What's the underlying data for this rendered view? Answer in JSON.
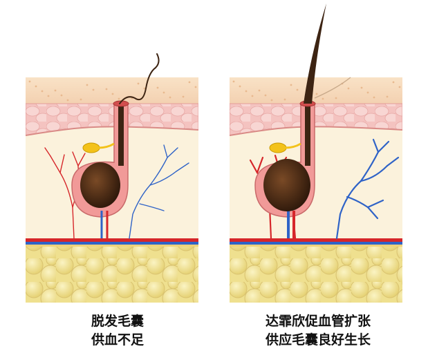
{
  "diagram": {
    "left_panel": {
      "caption_line1": "脱发毛囊",
      "caption_line2": "供血不足"
    },
    "right_panel": {
      "caption_line1": "达霏欣促血管扩张",
      "caption_line2": "供应毛囊良好生长"
    },
    "colors": {
      "epidermis": "#f7dcc0",
      "dermis_cells": "#f5c4c4",
      "dermis": "#fbf2dc",
      "fat": "#f1e39a",
      "artery": "#d6262a",
      "vein": "#2f63c7",
      "follicle": "#f19a98",
      "bulb": "#4b2c16",
      "gland": "#f3c21a",
      "hair": "#3d2413"
    }
  }
}
